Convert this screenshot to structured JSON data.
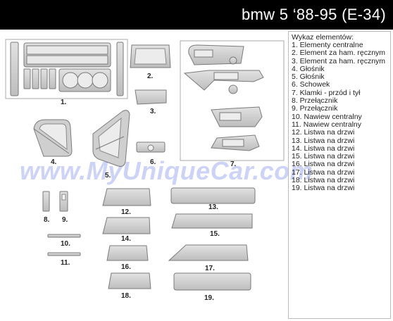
{
  "header": {
    "title": "bmw 5 ‘88-95 (E-34)",
    "background_color": "#000000"
  },
  "legend": {
    "title": "Wykaz elementów:",
    "items": [
      "1. Elementy centralne",
      "2. Element za ham. ręcznym",
      "3. Element za ham. ręcznym",
      "4. Głośnik",
      "5. Głośnik",
      "6. Schowek",
      "7. Klamki - przód i tył",
      "8. Przełącznik",
      "9. Przełącznik",
      "10. Nawiew centralny",
      "11. Nawiew centralny",
      "12. Listwa na drzwi",
      "13. Listwa na drzwi",
      "14. Listwa na drzwi",
      "15. Listwa na drzwi",
      "16. Listwa na drzwi",
      "17. Listwa na drzwi",
      "18. Listwa na drzwi",
      "19. Listwa na drzwi"
    ]
  },
  "watermark": "www.MyUniqueCar.com",
  "part_labels": [
    "1.",
    "2.",
    "3.",
    "4.",
    "5.",
    "6.",
    "7.",
    "8.",
    "9.",
    "10.",
    "11.",
    "12.",
    "13.",
    "14.",
    "15.",
    "16.",
    "17.",
    "18.",
    "19."
  ],
  "colors": {
    "part_fill": "#c9c9c9",
    "part_stroke": "#7a7a7a",
    "frame_stroke": "#a0a0a0",
    "watermark": "#3a54dc"
  }
}
